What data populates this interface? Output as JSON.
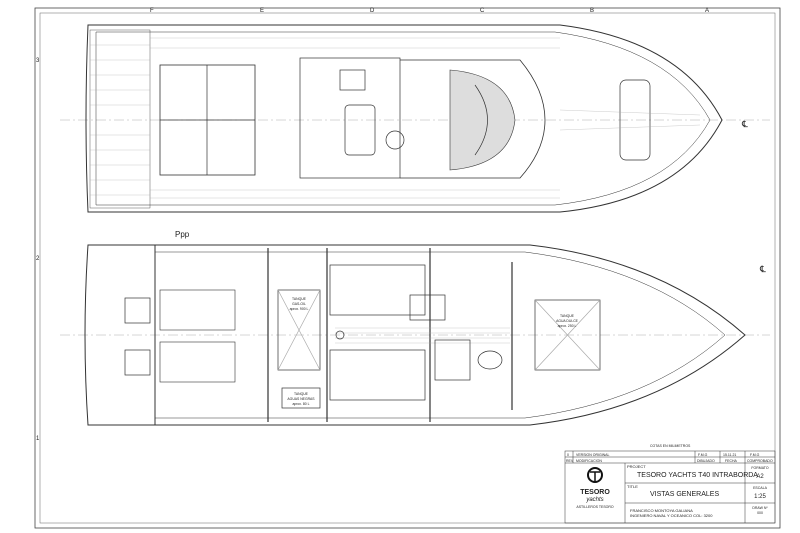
{
  "frame": {
    "columns": [
      "F",
      "E",
      "D",
      "C",
      "B",
      "A"
    ],
    "rows": [
      "3",
      "2",
      "1"
    ]
  },
  "label_ppp": "Ppp",
  "centerline_symbol": "℄",
  "tanks": [
    {
      "title": "TANQUE",
      "sub": "GAS-OIL",
      "cap": "aprox. 900 L"
    },
    {
      "title": "TANQUE",
      "sub": "AGUAS NEGRAS",
      "cap": "aprox. 80 L"
    },
    {
      "title": "TANQUE",
      "sub": "AGUA DULCE",
      "cap": "aprox. 250 L"
    }
  ],
  "title_block": {
    "units_note": "COTAS EN MILIMETROS",
    "rev_row": [
      "0",
      "VERSION ORIGINAL",
      "F.M.G",
      "15.11.21",
      "F.M.G"
    ],
    "rev_header": [
      "REV",
      "MODIFICACION",
      "DIBUJADO",
      "FECHA",
      "COMPROBADO"
    ],
    "logo": {
      "brand": "TESORO",
      "script": "yachts",
      "company": "ASTILLEROS TESORO"
    },
    "project_label": "PROJECT",
    "project": "TESORO YACHTS T40 INTRABORDA",
    "title_label": "TITLE",
    "title": "VISTAS GENERALES",
    "engineer": "FRANCISCO MONTOYA GALIANA",
    "engineer_role": "INGENIERO NAVAL Y OCEANICO COL: 3200",
    "format_label": "FORMATO",
    "format": "A2",
    "scale_label": "ESCALA",
    "scale": "1:25",
    "draw_label": "DRAW Nº",
    "draw": "000"
  }
}
